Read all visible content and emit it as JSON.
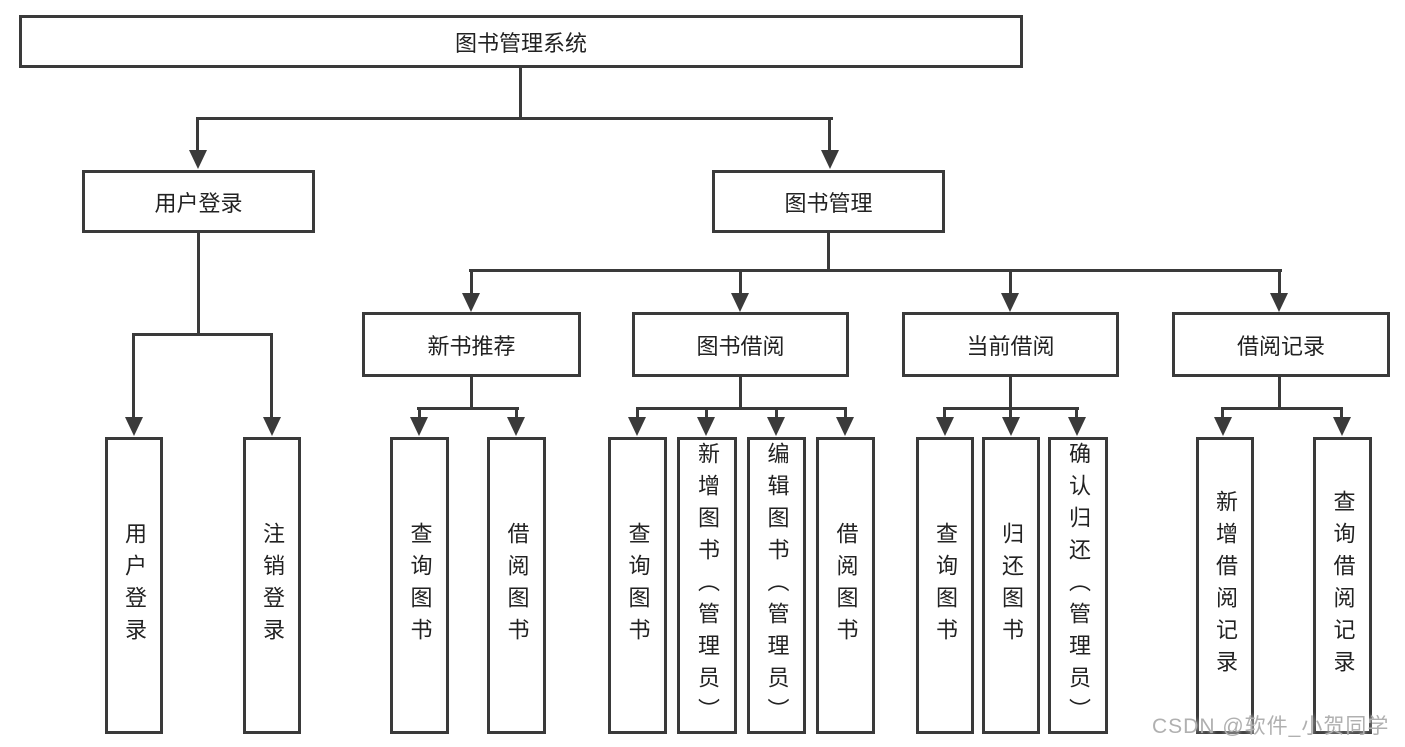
{
  "colors": {
    "line": "#3a3a3a",
    "text": "#222222",
    "box_fill": "#ffffff",
    "watermark": "#b0b0b0",
    "background": "#ffffff"
  },
  "root": {
    "label": "图书管理系统"
  },
  "level2": [
    {
      "label": "用户登录"
    },
    {
      "label": "图书管理"
    }
  ],
  "level3": [
    {
      "label": "新书推荐"
    },
    {
      "label": "图书借阅"
    },
    {
      "label": "当前借阅"
    },
    {
      "label": "借阅记录"
    }
  ],
  "leaves": {
    "user_login": [
      {
        "label": "用户登录"
      },
      {
        "label": "注销登录"
      }
    ],
    "new_book": [
      {
        "label": "查询图书"
      },
      {
        "label": "借阅图书"
      }
    ],
    "book_borrow": [
      {
        "label": "查询图书"
      },
      {
        "label": "新增图书（管理员）"
      },
      {
        "label": "编辑图书（管理员）"
      },
      {
        "label": "借阅图书"
      }
    ],
    "current_borrow": [
      {
        "label": "查询图书"
      },
      {
        "label": "归还图书"
      },
      {
        "label": "确认归还（管理员）"
      }
    ],
    "borrow_records": [
      {
        "label": "新增借阅记录"
      },
      {
        "label": "查询借阅记录"
      }
    ]
  },
  "watermark": {
    "text": "CSDN @软件_小贺同学"
  }
}
